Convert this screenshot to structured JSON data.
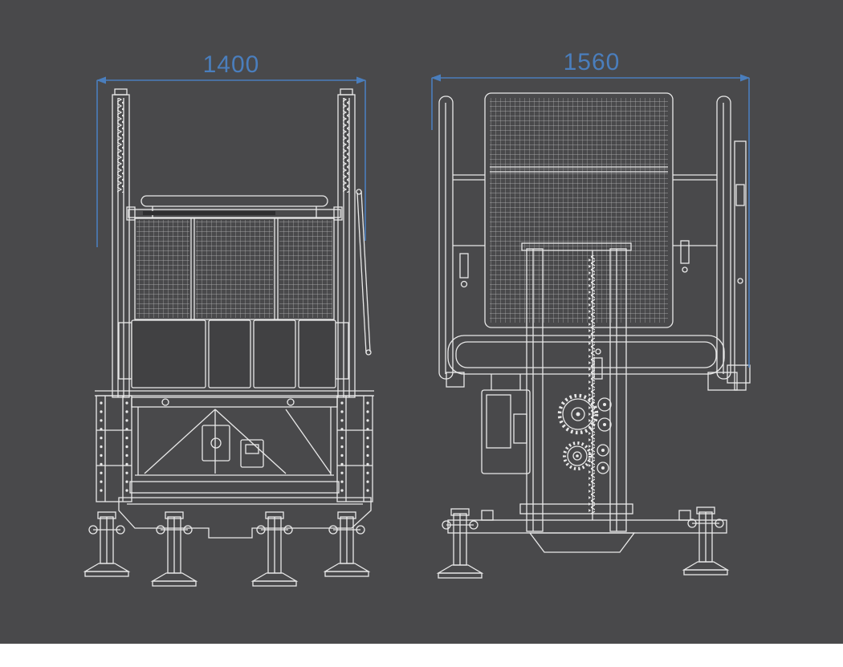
{
  "page": {
    "background_color": "#ffffff",
    "canvas_color": "#49494b",
    "line_color": "#e9e9e9",
    "dimension_color": "#4a7ebd"
  },
  "drawing": {
    "views": [
      {
        "id": "front-view",
        "dimension_label": "1400"
      },
      {
        "id": "side-view",
        "dimension_label": "1560"
      }
    ],
    "dimensions": {
      "front_width": {
        "value": "1400"
      },
      "side_width": {
        "value": "1560"
      }
    }
  }
}
